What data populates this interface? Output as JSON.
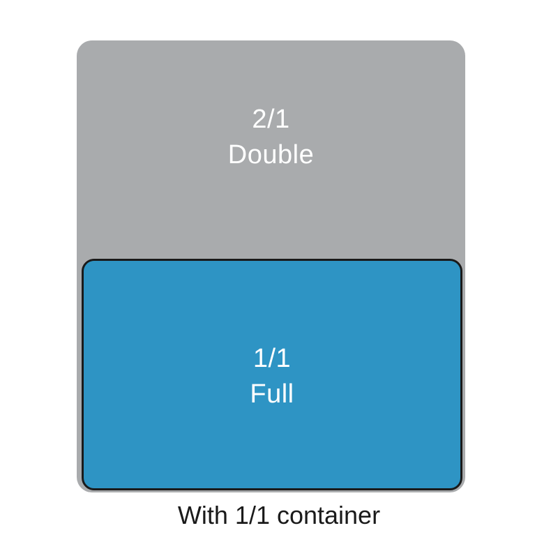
{
  "diagram": {
    "double_pan": {
      "size": "2/1",
      "name": "Double"
    },
    "full_pan": {
      "size": "1/1",
      "name": "Full"
    },
    "caption": "With 1/1 container"
  },
  "colors": {
    "background": "#ffffff",
    "double_pan_fill": "#a9abad",
    "full_pan_fill": "#2e94c4",
    "full_pan_border": "#1a1a1a",
    "label_text": "#ffffff",
    "caption_text": "#1a1a1a"
  }
}
